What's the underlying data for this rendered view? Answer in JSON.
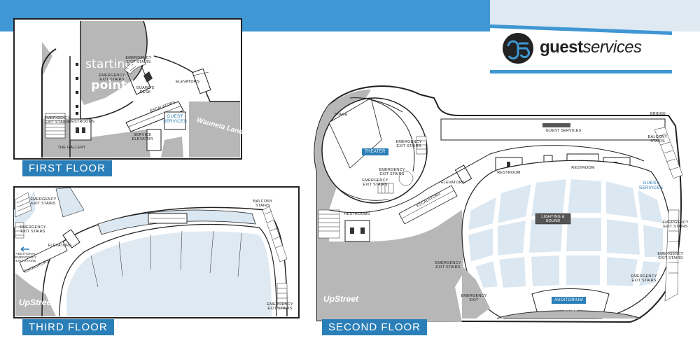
{
  "brand": {
    "name_bold": "guest",
    "name_light": "services",
    "logo_icon": "gs-logo-icon"
  },
  "colors": {
    "accent": "#2b7fb8",
    "floor_gray": "#b7b7b7",
    "seat_blue": "#dbe7f1",
    "header_blue": "#3f97d3"
  },
  "floors": {
    "first": {
      "title": "First Floor",
      "starting_point_line1": "starting",
      "starting_point_line2": "point",
      "labels": {
        "emergency_exit_stairs_top": "Emergency\nExit Stairs",
        "emergency_exit_stairs_mid": "Emergency\nExit Stairs",
        "emergency_exit_stairs_bottom": "Emergency\nExit Stairs",
        "guards_desk": "Guard's\nDesk",
        "elevators": "Elevators",
        "escalators": "Escalators",
        "restrooms": "Restrooms",
        "service_elevator": "Service\nElevator",
        "guest_services": "Guest\nServices",
        "the_gallery": "The Gallery",
        "wauneta_land": "Wauneta Land"
      }
    },
    "third": {
      "title": "Third Floor",
      "watermark": "UpStreet",
      "labels": {
        "emergency_exit_stairs_top": "Emergency\nExit Stairs",
        "emergency_exit_stairs_left": "Emergency\nExit Stairs",
        "additional_emergency_exit_stairs": "Additional\nEmergency\nExit Stairs",
        "elevators": "Elevators",
        "escalators": "Escalators",
        "balcony_stairs": "Balcony\nStairs",
        "emergency_exit_stairs_bottom": "Emergency\nExit Stairs"
      }
    },
    "second": {
      "title": "Second Floor",
      "watermark": "UpStreet",
      "labels": {
        "stage_theater": "Stage",
        "theater": "Theater",
        "emergency_exit_stairs_1": "Emergency\nExit Stairs",
        "emergency_exit_stairs_2": "Emergency\nExit Stairs",
        "emergency_exit_stairs_3": "Emergency\nExit Stairs",
        "elevators": "Elevators",
        "restrooms_left": "Restrooms",
        "escalators": "Escalators",
        "guest_services_area": "Guest Services",
        "bridge": "Bridge",
        "balcony_stairs": "Balcony\nStairs",
        "restroom_left": "Restroom",
        "restroom_right": "Restroom",
        "guest_services": "Guest\nServices",
        "lighting_sound": "Lighting &\nSound",
        "emergency_exit_stairs_right1": "Emergency\nExit Stairs",
        "emergency_exit_stairs_right2": "Emergency\nExit Stairs",
        "emergency_exit_stairs_right3": "Emergency\nExit Stairs",
        "emergency_exit_stairs_center": "Emergency\nExit Stairs",
        "emergency_exit": "Emergency Exit",
        "auditorium": "Auditorium",
        "stage": "Stage"
      }
    }
  }
}
